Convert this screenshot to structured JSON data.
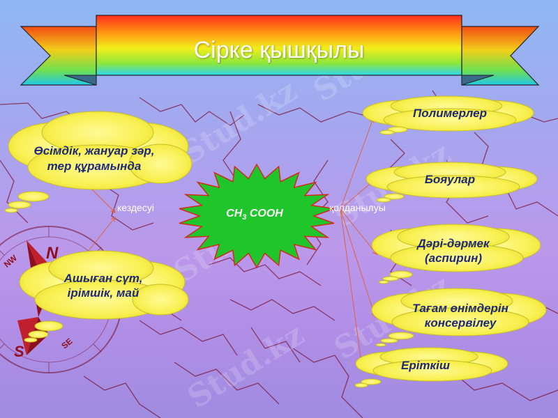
{
  "title": "Сірке қышқылы",
  "center": {
    "formula_prefix": "CH",
    "formula_sub": "3",
    "formula_suffix": " COOH"
  },
  "left_label": "кездесуі",
  "right_label": "қолданылуы",
  "sources": [
    "Өсімдік, жануар зәр, тер құрамында",
    "Ашыған сүт, ірімшік, май"
  ],
  "uses": [
    "Полимерлер",
    "Бояулар",
    "Дәрі-дәрмек (аспирин)",
    "Тағам өнімдерін консервілеу",
    "Еріткіш"
  ],
  "watermark": "Stud.kz",
  "compass": {
    "north": "N",
    "south": "S",
    "northwest": "NW",
    "southeast": "SE"
  }
}
